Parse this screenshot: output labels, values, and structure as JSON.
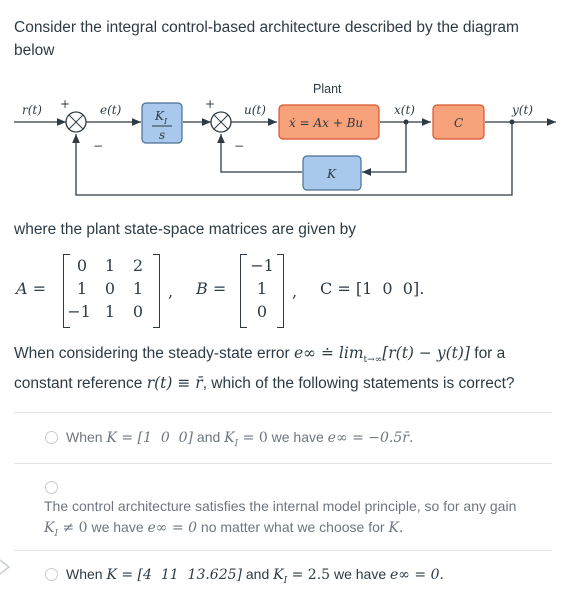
{
  "question": {
    "intro_line1": "Consider the integral control-based architecture described by the diagram",
    "intro_line2": "below",
    "where_text": "where the plant state-space matrices are given by",
    "ss_line1_a": "When considering the steady-state error ",
    "ss_line1_b": " for a",
    "ss_line2_a": "constant reference ",
    "ss_line2_b": ", which of the following statements is correct?"
  },
  "diagram": {
    "plant_label": "Plant",
    "r_label": "r(t)",
    "plus1": "+",
    "minus1": "−",
    "e_label": "e(t)",
    "ki_num": "K",
    "ki_sub": "I",
    "ki_den": "s",
    "plus2": "+",
    "minus2": "−",
    "u_label": "u(t)",
    "plant_eq": "ẋ = Ax + Bu",
    "x_label": "x(t)",
    "c_label": "C",
    "y_label": "y(t)",
    "k_label": "K",
    "colors": {
      "ki_fill": "#a8c8ec",
      "plant_fill": "#f7a27a",
      "plant_stroke": "#d9542a",
      "c_fill": "#f7a27a",
      "k_fill": "#a8c8ec",
      "block_stroke": "#4a6f96"
    }
  },
  "matrices": {
    "A_name": "A =",
    "A_rows": [
      [
        "0",
        "1",
        "2"
      ],
      [
        "1",
        "0",
        "1"
      ],
      [
        "−1",
        "1",
        "0"
      ]
    ],
    "B_name": "B =",
    "B_rows": [
      "−1",
      "1",
      "0"
    ],
    "C_text": "C = [1  0  0].",
    "comma": ","
  },
  "math": {
    "e_inf_def": "e∞ ≐ lim",
    "lim_sub": "t→∞",
    "e_inf_expr": "[r(t) − y(t)]",
    "ref": "r(t) ≡ r̄"
  },
  "answers": [
    {
      "text_a": "When ",
      "math_a": "K = [1  0  0]",
      "text_b": " and ",
      "math_b": "K",
      "sub_b": "I",
      "math_b2": " = 0",
      "text_c": " we have ",
      "math_c": "e∞ = −0.5r̄."
    },
    {
      "line1": "The control architecture satisfies the internal model principle, so for any gain",
      "math_a": "K",
      "sub_a": "I",
      "math_a2": " ≠ 0",
      "text_b": " we have ",
      "math_b": "e∞ = 0",
      "text_c": " no matter what we choose for ",
      "math_c": "K."
    },
    {
      "text_a": "When ",
      "math_a": "K = [4  11  13.625]",
      "text_b": " and ",
      "math_b": "K",
      "sub_b": "I",
      "math_b2": " = 2.5",
      "text_c": " we have ",
      "math_c": "e∞ = 0."
    }
  ]
}
